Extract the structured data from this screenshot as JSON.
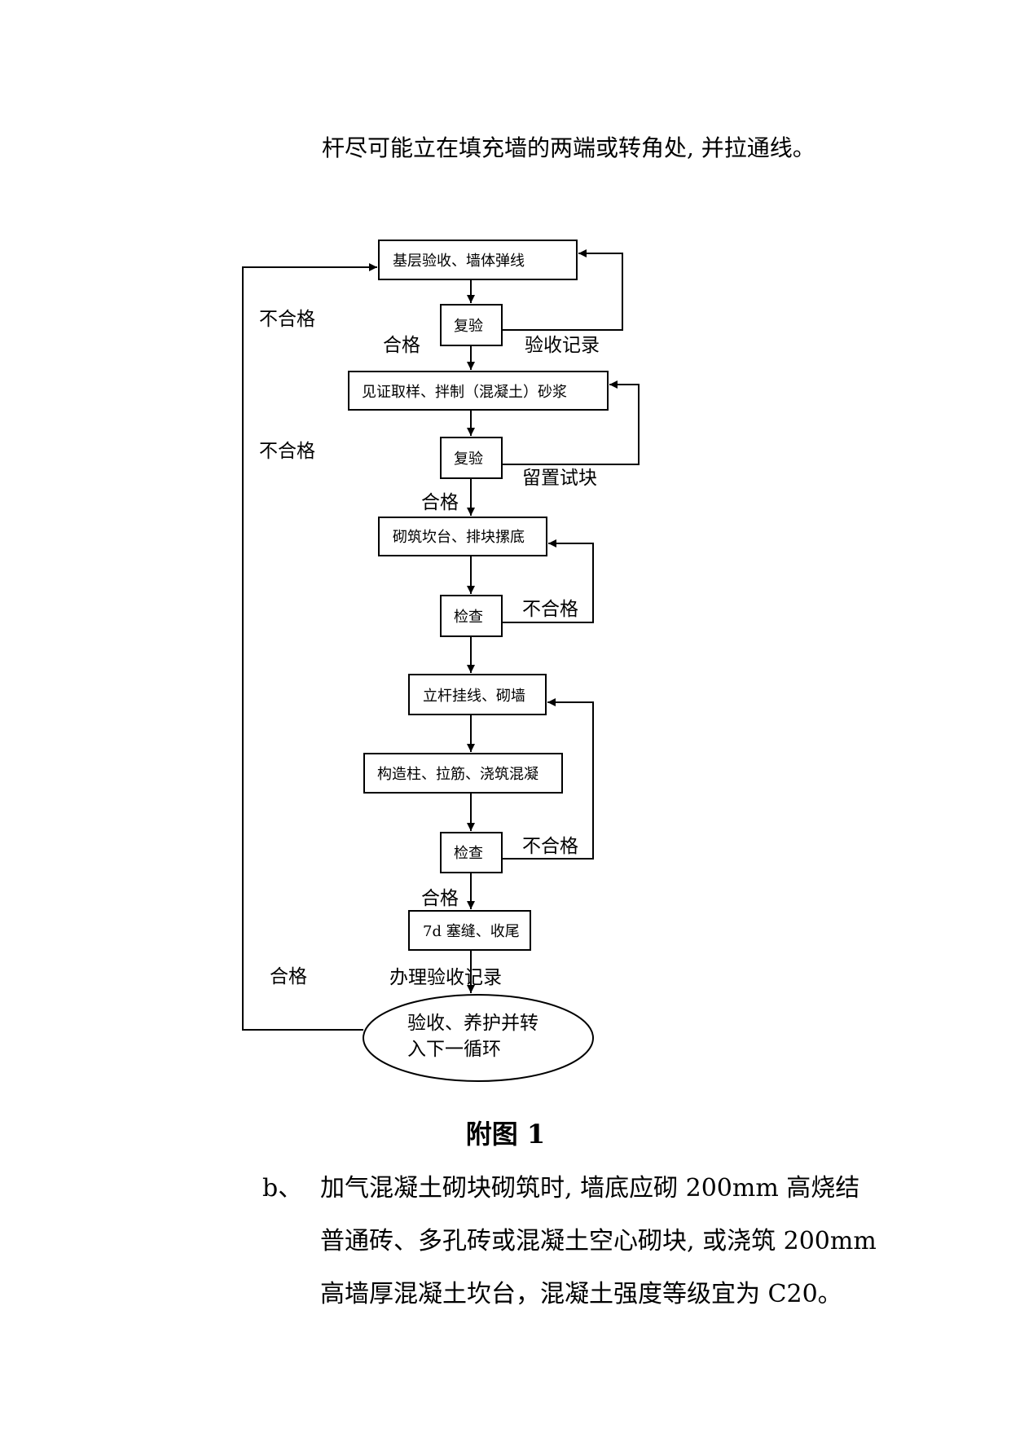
{
  "top_line": "杆尽可能立在填充墙的两端或转角处, 并拉通线。",
  "flowchart": {
    "nodes": {
      "n1": "基层验收、墙体弹线",
      "c1": "复验",
      "n2": "见证取样、拌制（混凝土）砂浆",
      "c2": "复验",
      "n3": "砌筑坎台、排块摞底",
      "c3": "检查",
      "n4": "立杆挂线、砌墙",
      "n5": "构造柱、拉筋、浇筑混凝",
      "c4": "检查",
      "n6": "7d 塞缝、收尾",
      "end_line1": "验收、养护并转",
      "end_line2": "入下一循环"
    },
    "labels": {
      "fail_left_1": "不合格",
      "fail_left_2": "不合格",
      "pass_1": "合格",
      "record_1": "验收记录",
      "keep_sample": "留置试块",
      "pass_2": "合格",
      "fail_3": "不合格",
      "fail_4": "不合格",
      "pass_3": "合格",
      "pass_left": "合格",
      "record_2": "办理验收记录"
    }
  },
  "caption": "附图 1",
  "paragraph": {
    "bullet": "b、",
    "line1": "加气混凝土砌块砌筑时, 墙底应砌 200mm 高烧结",
    "line2": "普通砖、多孔砖或混凝土空心砌块, 或浇筑 200mm",
    "line3": "高墙厚混凝土坎台，混凝土强度等级宜为 C20。"
  }
}
